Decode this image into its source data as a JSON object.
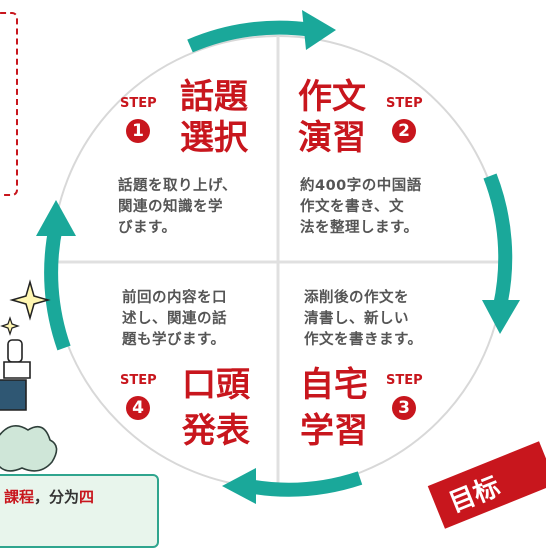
{
  "steps": [
    {
      "tag": "STEP",
      "num": "1",
      "title_line1": "話題",
      "title_line2": "選択",
      "desc_line1": "話題を取り上げ、",
      "desc_line2": "関連の知識を学",
      "desc_line3": "びます。"
    },
    {
      "tag": "STEP",
      "num": "2",
      "title_line1": "作文",
      "title_line2": "演習",
      "desc_line1": "約400字の中国語",
      "desc_line2": "作文を書き、文",
      "desc_line3": "法を整理します。"
    },
    {
      "tag": "STEP",
      "num": "3",
      "title_line1": "自宅",
      "title_line2": "学習",
      "desc_line1": "添削後の作文を",
      "desc_line2": "清書し、新しい",
      "desc_line3": "作文を書きます。"
    },
    {
      "tag": "STEP",
      "num": "4",
      "title_line1": "口頭",
      "title_line2": "発表",
      "desc_line1": "前回の内容を口",
      "desc_line2": "述し、関連の話",
      "desc_line3": "題も学びます。"
    }
  ],
  "banner": {
    "part1": "課程",
    "part2": "，分为",
    "part3": "四"
  },
  "goal": "目标",
  "colors": {
    "accent_red": "#c8161d",
    "teal": "#1aa89a",
    "desc_gray": "#555555"
  }
}
